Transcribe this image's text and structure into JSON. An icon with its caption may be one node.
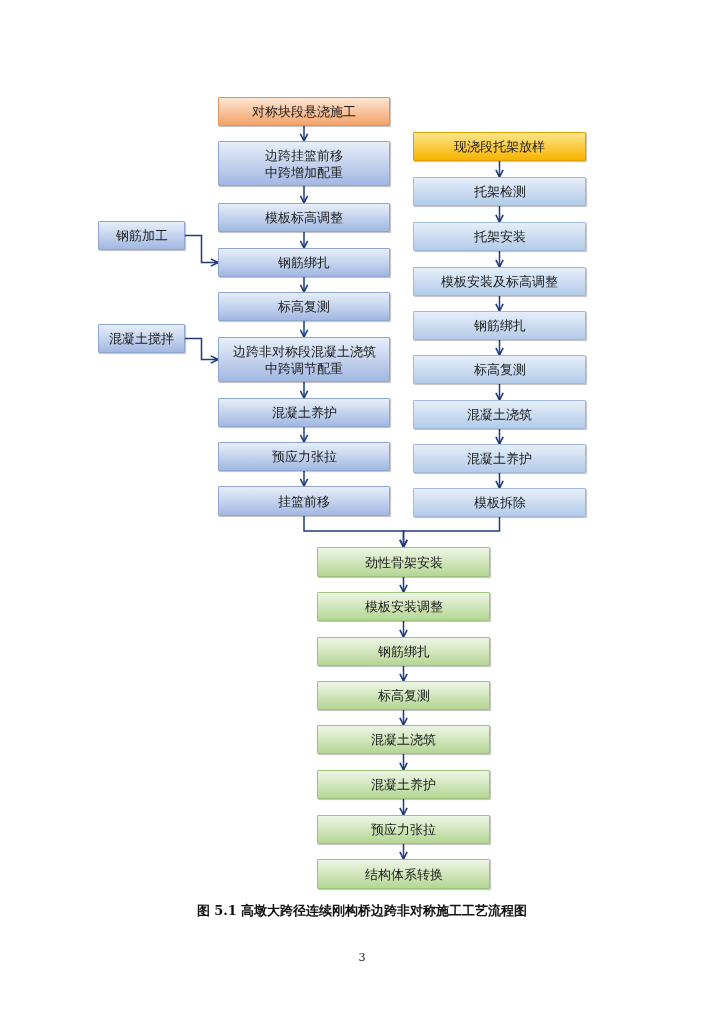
{
  "diagram": {
    "caption": "图 5.1 高墩大跨径连续刚构桥边跨非对称施工工艺流程图",
    "nodes": [
      {
        "text": [
          "对称块段悬浇施工"
        ]
      },
      {
        "text": [
          "边跨挂篮前移中跨增加配重"
        ]
      },
      {
        "text": [
          "模板标高调整"
        ]
      },
      {
        "text": [
          "钢筋加工"
        ]
      },
      {
        "text": [
          "钢筋绑扎"
        ]
      },
      {
        "text": [
          "标高复测"
        ]
      },
      {
        "text": [
          "混凝土搅拌"
        ]
      },
      {
        "text": [
          "边跨非对称段混凝土浇筑中跨调节配重"
        ]
      },
      {
        "text": [
          "混凝土养护"
        ]
      },
      {
        "text": [
          "预应力张拉"
        ]
      },
      {
        "text": [
          "挂篮前移"
        ]
      },
      {
        "text": [
          "现浇段托架放样"
        ]
      },
      {
        "text": [
          "托架检测"
        ]
      },
      {
        "text": [
          "托架安装"
        ]
      },
      {
        "text": [
          "模板安装及标高调整"
        ]
      },
      {
        "text": [
          "钢筋绑扎"
        ]
      },
      {
        "text": [
          "标高复测"
        ]
      },
      {
        "text": [
          "混凝土浇筑"
        ]
      },
      {
        "text": [
          "混凝土养护"
        ]
      },
      {
        "text": [
          "模板拆除"
        ]
      },
      {
        "text": [
          "劲性骨架安装"
        ]
      },
      {
        "text": [
          "模板安装调整"
        ]
      },
      {
        "text": [
          "钢筋绑扎"
        ]
      },
      {
        "text": [
          "标高复测"
        ]
      },
      {
        "text": [
          "混凝土浇筑"
        ]
      },
      {
        "text": [
          "混凝土养护"
        ]
      },
      {
        "text": [
          "预应力张拉"
        ]
      },
      {
        "text": [
          "结构体系转换"
        ]
      }
    ],
    "edges": [
      {
        "from": 0,
        "to": 1,
        "arrow": "to"
      },
      {
        "from": 1,
        "to": 2,
        "arrow": "to"
      },
      {
        "from": 2,
        "to": 4,
        "arrow": "to"
      },
      {
        "from": 3,
        "to": 4,
        "arrow": "to"
      },
      {
        "from": 4,
        "to": 5,
        "arrow": "to"
      },
      {
        "from": 5,
        "to": 7,
        "arrow": "to"
      },
      {
        "from": 6,
        "to": 7,
        "arrow": "to"
      },
      {
        "from": 7,
        "to": 8,
        "arrow": "to"
      },
      {
        "from": 8,
        "to": 9,
        "arrow": "to"
      },
      {
        "from": 9,
        "to": 10,
        "arrow": "to"
      },
      {
        "from": 10,
        "to": 20,
        "arrow": "to"
      },
      {
        "from": 11,
        "to": 12,
        "arrow": "to"
      },
      {
        "from": 12,
        "to": 13,
        "arrow": "to"
      },
      {
        "from": 13,
        "to": 14,
        "arrow": "to"
      },
      {
        "from": 14,
        "to": 15,
        "arrow": "to"
      },
      {
        "from": 15,
        "to": 16,
        "arrow": "to"
      },
      {
        "from": 16,
        "to": 17,
        "arrow": "to"
      },
      {
        "from": 17,
        "to": 18,
        "arrow": "to"
      },
      {
        "from": 18,
        "to": 19,
        "arrow": "to"
      },
      {
        "from": 19,
        "to": 20,
        "arrow": "to"
      },
      {
        "from": 20,
        "to": 21,
        "arrow": "to"
      },
      {
        "from": 21,
        "to": 22,
        "arrow": "to"
      },
      {
        "from": 22,
        "to": 23,
        "arrow": "to"
      },
      {
        "from": 23,
        "to": 24,
        "arrow": "to"
      },
      {
        "from": 24,
        "to": 25,
        "arrow": "to"
      },
      {
        "from": 25,
        "to": 26,
        "arrow": "to"
      },
      {
        "from": 26,
        "to": 27,
        "arrow": "to"
      }
    ],
    "labels": [
      "3"
    ]
  }
}
